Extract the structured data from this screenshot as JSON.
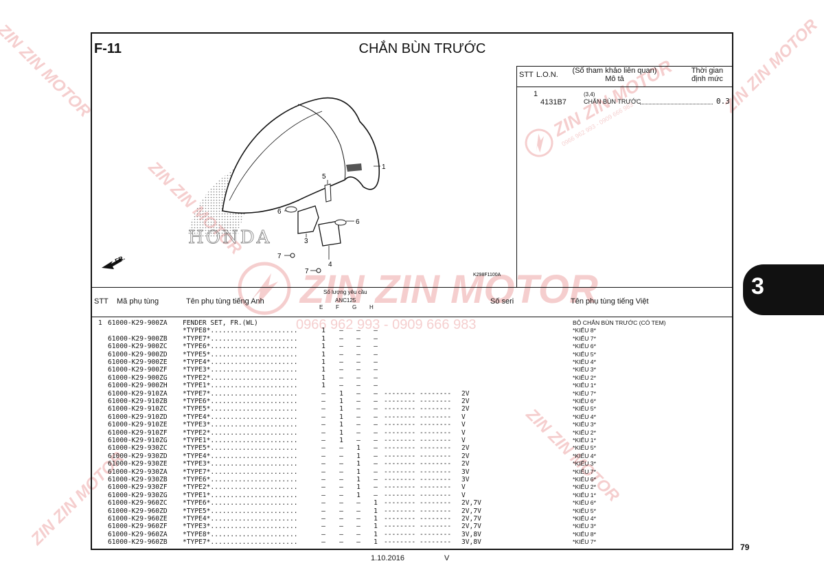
{
  "header": {
    "section_code": "F-11",
    "title": "CHẮN BÙN TRƯỚC"
  },
  "ref_table": {
    "col_stt": "STT",
    "col_lon": "L.O.N.",
    "col_desc_line1": "(Số tham khảo liên quan)",
    "col_desc_line2": "Mô tả",
    "col_time_line1": "Thời gian",
    "col_time_line2": "định mức",
    "row": {
      "stt": "1",
      "lon": "4131B7",
      "ref": "(3,4)",
      "desc": "CHẮN BÙN TRƯỚC",
      "time": "0.3"
    }
  },
  "diagram": {
    "callouts": [
      "1",
      "5",
      "6",
      "6",
      "3",
      "7",
      "7",
      "4"
    ],
    "fr_label": "FR.",
    "brand_text": "HONDA",
    "code": "K298F1100A"
  },
  "parts_header": {
    "stt": "STT",
    "part_no": "Mã phụ tùng",
    "name_en": "Tên phụ tùng tiếng Anh",
    "qty_title": "Số lượng yêu cầu",
    "model": "ANC125",
    "variants": [
      "E",
      "F",
      "G",
      "H"
    ],
    "serial": "Số seri",
    "name_vn": "Tên phụ tùng tiếng Việt"
  },
  "parts": [
    {
      "stt": "1",
      "part": "61000-K29-900ZA",
      "en": "FENDER SET, FR.(WL)",
      "q": [
        "",
        "",
        "",
        ""
      ],
      "serial": "",
      "vn": "BỘ CHẮN BÙN TRƯỚC (CÓ TEM)"
    },
    {
      "stt": "",
      "part": "",
      "en": "*TYPE8*......................",
      "q": [
        "1",
        "–",
        "–",
        "–"
      ],
      "serial": "",
      "vn": "*KIỂU 8*"
    },
    {
      "stt": "",
      "part": "61000-K29-900ZB",
      "en": "*TYPE7*......................",
      "q": [
        "1",
        "–",
        "–",
        "–"
      ],
      "serial": "",
      "vn": "*KIỂU 7*"
    },
    {
      "stt": "",
      "part": "61000-K29-900ZC",
      "en": "*TYPE6*......................",
      "q": [
        "1",
        "–",
        "–",
        "–"
      ],
      "serial": "",
      "vn": "*KIỂU 6*"
    },
    {
      "stt": "",
      "part": "61000-K29-900ZD",
      "en": "*TYPE5*......................",
      "q": [
        "1",
        "–",
        "–",
        "–"
      ],
      "serial": "",
      "vn": "*KIỂU 5*"
    },
    {
      "stt": "",
      "part": "61000-K29-900ZE",
      "en": "*TYPE4*......................",
      "q": [
        "1",
        "–",
        "–",
        "–"
      ],
      "serial": "",
      "vn": "*KIỂU 4*"
    },
    {
      "stt": "",
      "part": "61000-K29-900ZF",
      "en": "*TYPE3*......................",
      "q": [
        "1",
        "–",
        "–",
        "–"
      ],
      "serial": "",
      "vn": "*KIỂU 3*"
    },
    {
      "stt": "",
      "part": "61000-K29-900ZG",
      "en": "*TYPE2*......................",
      "q": [
        "1",
        "–",
        "–",
        "–"
      ],
      "serial": "",
      "vn": "*KIỂU 2*"
    },
    {
      "stt": "",
      "part": "61000-K29-900ZH",
      "en": "*TYPE1*......................",
      "q": [
        "1",
        "–",
        "–",
        "–"
      ],
      "serial": "",
      "vn": "*KIỂU 1*"
    },
    {
      "stt": "",
      "part": "61000-K29-910ZA",
      "en": "*TYPE7*......................",
      "q": [
        "–",
        "1",
        "–",
        "–"
      ],
      "serial": "2V",
      "vn": "*KIỂU 7*"
    },
    {
      "stt": "",
      "part": "61000-K29-910ZB",
      "en": "*TYPE6*......................",
      "q": [
        "–",
        "1",
        "–",
        "–"
      ],
      "serial": "2V",
      "vn": "*KIỂU 6*"
    },
    {
      "stt": "",
      "part": "61000-K29-910ZC",
      "en": "*TYPE5*......................",
      "q": [
        "–",
        "1",
        "–",
        "–"
      ],
      "serial": "2V",
      "vn": "*KIỂU 5*"
    },
    {
      "stt": "",
      "part": "61000-K29-910ZD",
      "en": "*TYPE4*......................",
      "q": [
        "–",
        "1",
        "–",
        "–"
      ],
      "serial": "V",
      "vn": "*KIỂU 4*"
    },
    {
      "stt": "",
      "part": "61000-K29-910ZE",
      "en": "*TYPE3*......................",
      "q": [
        "–",
        "1",
        "–",
        "–"
      ],
      "serial": "V",
      "vn": "*KIỂU 3*"
    },
    {
      "stt": "",
      "part": "61000-K29-910ZF",
      "en": "*TYPE2*......................",
      "q": [
        "–",
        "1",
        "–",
        "–"
      ],
      "serial": "V",
      "vn": "*KIỂU 2*"
    },
    {
      "stt": "",
      "part": "61000-K29-910ZG",
      "en": "*TYPE1*......................",
      "q": [
        "–",
        "1",
        "–",
        "–"
      ],
      "serial": "V",
      "vn": "*KIỂU 1*"
    },
    {
      "stt": "",
      "part": "61000-K29-930ZC",
      "en": "*TYPE5*......................",
      "q": [
        "–",
        "–",
        "1",
        "–"
      ],
      "serial": "2V",
      "vn": "*KIỂU 5*"
    },
    {
      "stt": "",
      "part": "61000-K29-930ZD",
      "en": "*TYPE4*......................",
      "q": [
        "–",
        "–",
        "1",
        "–"
      ],
      "serial": "2V",
      "vn": "*KIỂU 4*"
    },
    {
      "stt": "",
      "part": "61000-K29-930ZE",
      "en": "*TYPE3*......................",
      "q": [
        "–",
        "–",
        "1",
        "–"
      ],
      "serial": "2V",
      "vn": "*KIỂU 3*"
    },
    {
      "stt": "",
      "part": "61000-K29-930ZA",
      "en": "*TYPE7*......................",
      "q": [
        "–",
        "–",
        "1",
        "–"
      ],
      "serial": "3V",
      "vn": "*KIỂU 7*"
    },
    {
      "stt": "",
      "part": "61000-K29-930ZB",
      "en": "*TYPE6*......................",
      "q": [
        "–",
        "–",
        "1",
        "–"
      ],
      "serial": "3V",
      "vn": "*KIỂU 6*"
    },
    {
      "stt": "",
      "part": "61000-K29-930ZF",
      "en": "*TYPE2*......................",
      "q": [
        "–",
        "–",
        "1",
        "–"
      ],
      "serial": "V",
      "vn": "*KIỂU 2*"
    },
    {
      "stt": "",
      "part": "61000-K29-930ZG",
      "en": "*TYPE1*......................",
      "q": [
        "–",
        "–",
        "1",
        "–"
      ],
      "serial": "V",
      "vn": "*KIỂU 1*"
    },
    {
      "stt": "",
      "part": "61000-K29-960ZC",
      "en": "*TYPE6*......................",
      "q": [
        "–",
        "–",
        "–",
        "1"
      ],
      "serial": "2V,7V",
      "vn": "*KIỂU 6*"
    },
    {
      "stt": "",
      "part": "61000-K29-960ZD",
      "en": "*TYPE5*......................",
      "q": [
        "–",
        "–",
        "–",
        "1"
      ],
      "serial": "2V,7V",
      "vn": "*KIỂU 5*"
    },
    {
      "stt": "",
      "part": "61000-K29-960ZE",
      "en": "*TYPE4*......................",
      "q": [
        "–",
        "–",
        "–",
        "1"
      ],
      "serial": "2V,7V",
      "vn": "*KIỂU 4*"
    },
    {
      "stt": "",
      "part": "61000-K29-960ZF",
      "en": "*TYPE3*......................",
      "q": [
        "–",
        "–",
        "–",
        "1"
      ],
      "serial": "2V,7V",
      "vn": "*KIỂU 3*"
    },
    {
      "stt": "",
      "part": "61000-K29-960ZA",
      "en": "*TYPE8*......................",
      "q": [
        "–",
        "–",
        "–",
        "1"
      ],
      "serial": "3V,8V",
      "vn": "*KIỂU 8*"
    },
    {
      "stt": "",
      "part": "61000-K29-960ZB",
      "en": "*TYPE7*......................",
      "q": [
        "–",
        "–",
        "–",
        "1"
      ],
      "serial": "3V,8V",
      "vn": "*KIỂU 7*"
    }
  ],
  "tab_number": "3",
  "page_number": "79",
  "footer": {
    "date": "1.10.2016",
    "revision": "V"
  },
  "watermark": {
    "brand": "ZIN ZIN MOTOR",
    "phone": "0966 962 993 - 0909 666 983"
  }
}
